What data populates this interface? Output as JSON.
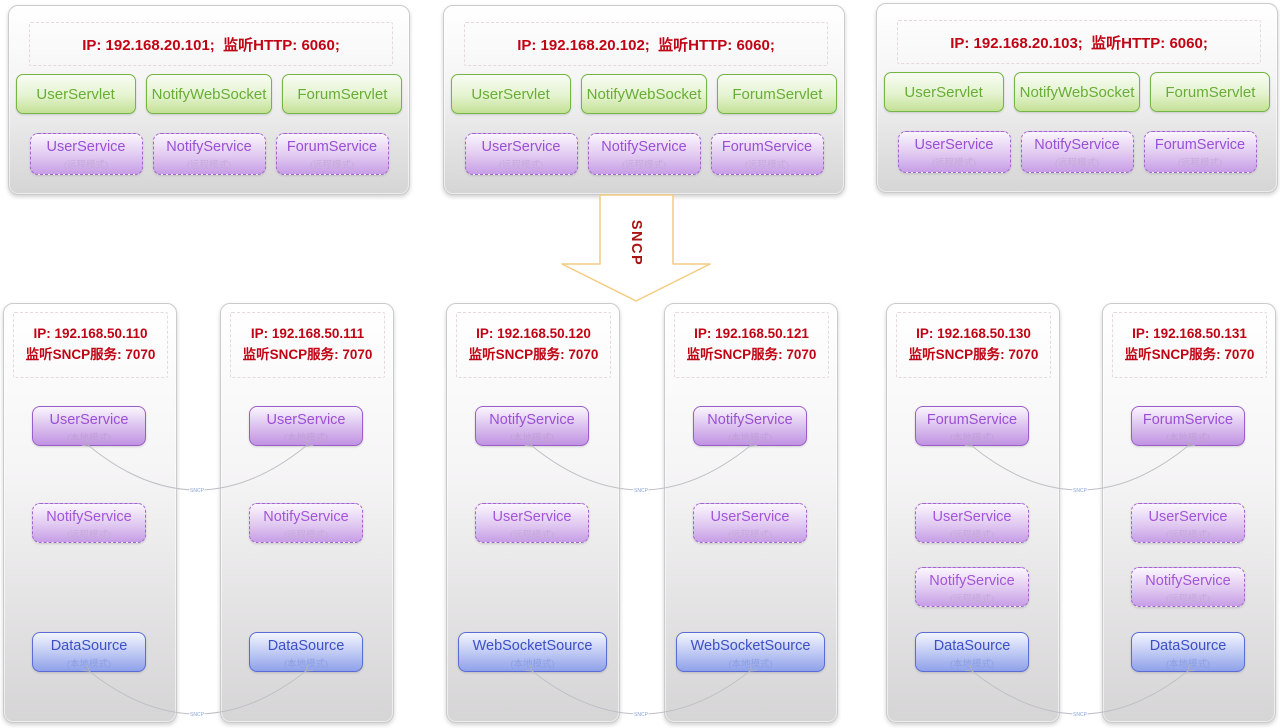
{
  "colors": {
    "ip_text_red": "#c00414",
    "servlet_green": "#68ad35",
    "service_purple": "#9b4fd4",
    "source_blue": "#3c50c4",
    "arrow_outline": "#f2cc82",
    "connector_gray": "#bfbfc6"
  },
  "top_servers": [
    {
      "ip": "IP: 192.168.20.101;  监听HTTP: 6060;",
      "servlets": [
        "UserServlet",
        "NotifyWebSocket",
        "ForumServlet"
      ],
      "services": [
        {
          "name": "UserService",
          "mode": "(远程模式)"
        },
        {
          "name": "NotifyService",
          "mode": "(远程模式)"
        },
        {
          "name": "ForumService",
          "mode": "(远程模式)"
        }
      ]
    },
    {
      "ip": "IP: 192.168.20.102;  监听HTTP: 6060;",
      "servlets": [
        "UserServlet",
        "NotifyWebSocket",
        "ForumServlet"
      ],
      "services": [
        {
          "name": "UserService",
          "mode": "(远程模式)"
        },
        {
          "name": "NotifyService",
          "mode": "(远程模式)"
        },
        {
          "name": "ForumService",
          "mode": "(远程模式)"
        }
      ]
    },
    {
      "ip": "IP: 192.168.20.103;  监听HTTP: 6060;",
      "servlets": [
        "UserServlet",
        "NotifyWebSocket",
        "ForumServlet"
      ],
      "services": [
        {
          "name": "UserService",
          "mode": "(远程模式)"
        },
        {
          "name": "NotifyService",
          "mode": "(远程模式)"
        },
        {
          "name": "ForumService",
          "mode": "(远程模式)"
        }
      ]
    }
  ],
  "arrow": {
    "label": "SNCP"
  },
  "link_label": "SNCP",
  "nodes": [
    {
      "ip_line1": "IP: 192.168.50.110",
      "ip_line2": "监听SNCP服务: 7070",
      "services": [
        {
          "name": "UserService",
          "mode": "(本地模式)"
        },
        {
          "name": "NotifyService",
          "mode": "(远程模式)"
        },
        {
          "name": "DataSource",
          "mode": "(本地模式)"
        }
      ]
    },
    {
      "ip_line1": "IP: 192.168.50.111",
      "ip_line2": "监听SNCP服务: 7070",
      "services": [
        {
          "name": "UserService",
          "mode": "(本地模式)"
        },
        {
          "name": "NotifyService",
          "mode": "(远程模式)"
        },
        {
          "name": "DataSource",
          "mode": "(本地模式)"
        }
      ]
    },
    {
      "ip_line1": "IP: 192.168.50.120",
      "ip_line2": "监听SNCP服务: 7070",
      "services": [
        {
          "name": "NotifyService",
          "mode": "(本地模式)"
        },
        {
          "name": "UserService",
          "mode": "(远程模式)"
        },
        {
          "name": "WebSocketSource",
          "mode": "(本地模式)"
        }
      ]
    },
    {
      "ip_line1": "IP: 192.168.50.121",
      "ip_line2": "监听SNCP服务: 7070",
      "services": [
        {
          "name": "NotifyService",
          "mode": "(本地模式)"
        },
        {
          "name": "UserService",
          "mode": "(远程模式)"
        },
        {
          "name": "WebSocketSource",
          "mode": "(本地模式)"
        }
      ]
    },
    {
      "ip_line1": "IP: 192.168.50.130",
      "ip_line2": "监听SNCP服务: 7070",
      "services": [
        {
          "name": "ForumService",
          "mode": "(本地模式)"
        },
        {
          "name": "UserService",
          "mode": "(远程模式)"
        },
        {
          "name": "NotifyService",
          "mode": "(远程模式)"
        },
        {
          "name": "DataSource",
          "mode": "(本地模式)"
        }
      ]
    },
    {
      "ip_line1": "IP: 192.168.50.131",
      "ip_line2": "监听SNCP服务: 7070",
      "services": [
        {
          "name": "ForumService",
          "mode": "(本地模式)"
        },
        {
          "name": "UserService",
          "mode": "(远程模式)"
        },
        {
          "name": "NotifyService",
          "mode": "(远程模式)"
        },
        {
          "name": "DataSource",
          "mode": "(本地模式)"
        }
      ]
    }
  ]
}
